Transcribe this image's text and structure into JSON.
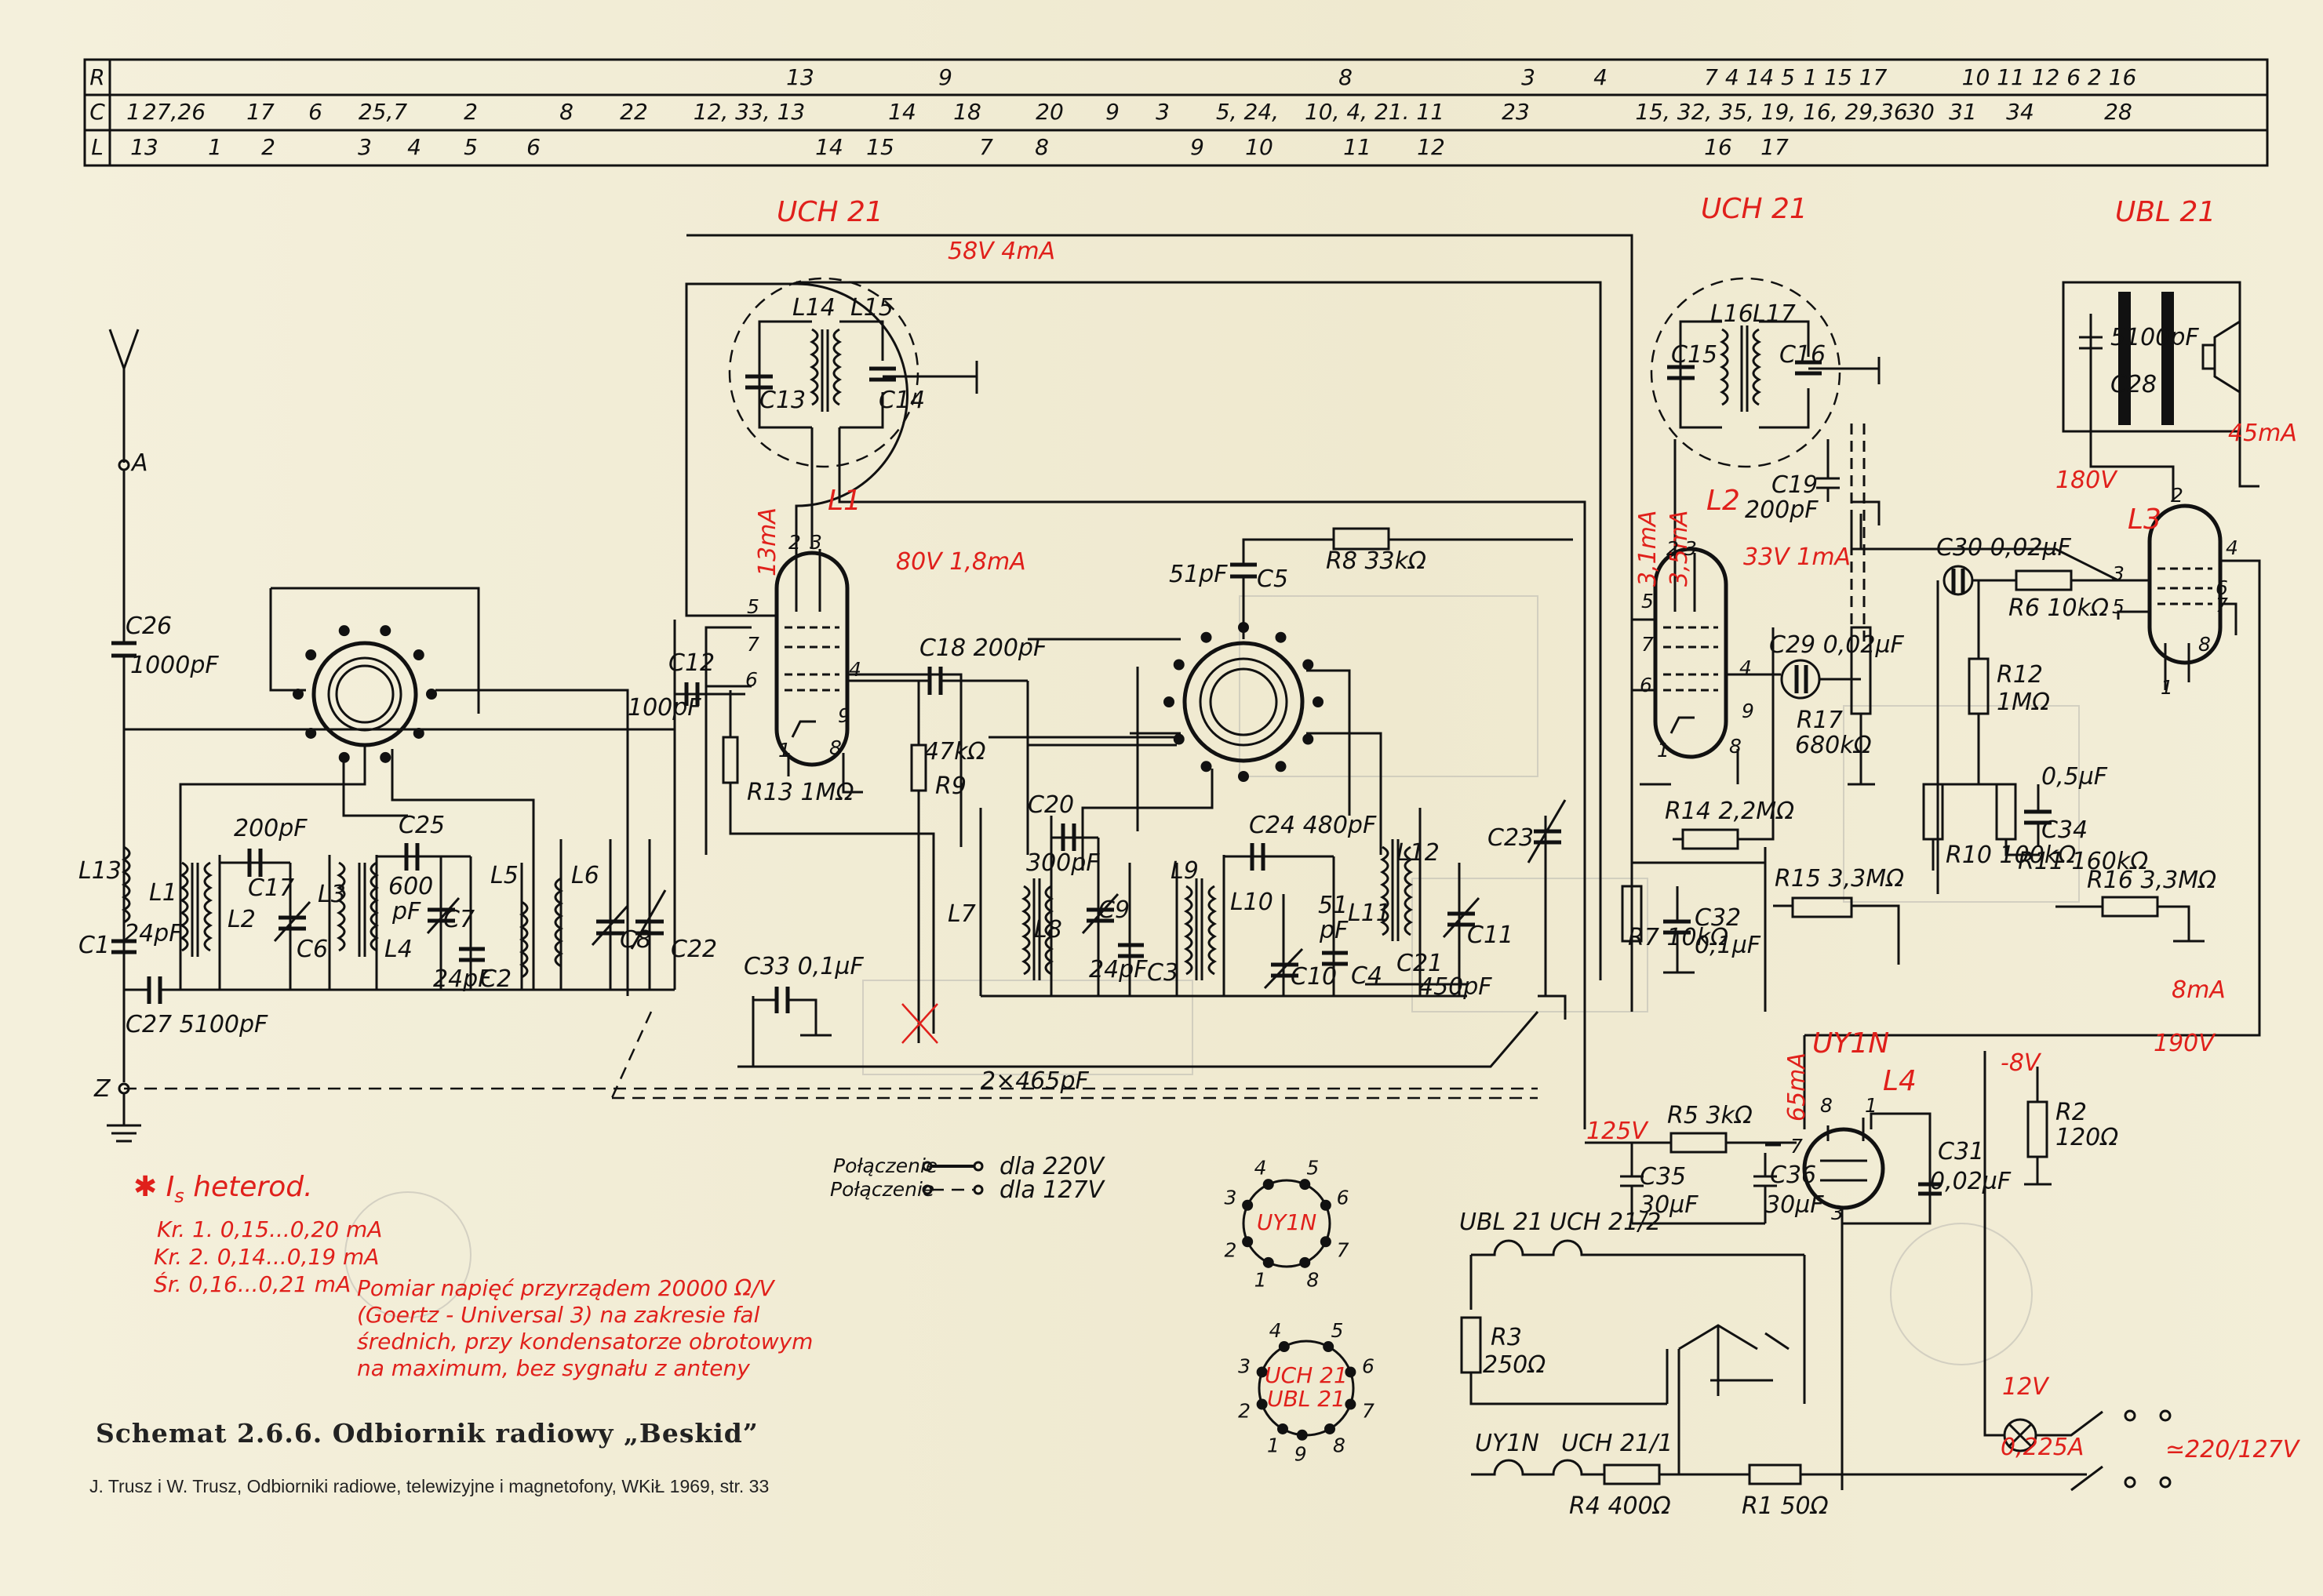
{
  "table": {
    "rows": [
      {
        "key": "R",
        "items": [
          [
            "13",
            1020
          ],
          [
            "9",
            1205
          ],
          [
            "8",
            1715
          ],
          [
            "3",
            1948
          ],
          [
            "4",
            2040
          ],
          [
            "7 4 14 5",
            2230
          ],
          [
            "1 15 17",
            2352
          ],
          [
            "10 11 12 6 2 16",
            2612
          ]
        ]
      },
      {
        "key": "C",
        "items": [
          [
            "1",
            170
          ],
          [
            "27,26",
            222
          ],
          [
            "17",
            332
          ],
          [
            "6",
            402
          ],
          [
            "25,7",
            488
          ],
          [
            "2",
            600
          ],
          [
            "8",
            722
          ],
          [
            "22",
            808
          ],
          [
            "12, 33, 13",
            955
          ],
          [
            "14",
            1150
          ],
          [
            "18",
            1233
          ],
          [
            "20",
            1338
          ],
          [
            "9",
            1418
          ],
          [
            "3",
            1482
          ],
          [
            "5, 24,",
            1590
          ],
          [
            "10, 4, 21. 11",
            1752
          ],
          [
            "23",
            1932
          ],
          [
            "15, 32, 35, 19, 16, 29,36",
            2258
          ],
          [
            "30",
            2448
          ],
          [
            "31",
            2502
          ],
          [
            "34",
            2575
          ],
          [
            "28",
            2700
          ]
        ]
      },
      {
        "key": "L",
        "items": [
          [
            "13",
            184
          ],
          [
            "1",
            274
          ],
          [
            "2",
            342
          ],
          [
            "3",
            465
          ],
          [
            "4",
            528
          ],
          [
            "5",
            600
          ],
          [
            "6",
            680
          ],
          [
            "14",
            1057
          ],
          [
            "15",
            1122
          ],
          [
            "7",
            1257
          ],
          [
            "8",
            1328
          ],
          [
            "9",
            1526
          ],
          [
            "10",
            1605
          ],
          [
            "11",
            1730
          ],
          [
            "12",
            1824
          ],
          [
            "16",
            2190
          ],
          [
            "17",
            2262
          ]
        ]
      }
    ]
  },
  "tubes": {
    "uch21_a": "UCH 21",
    "uch21_b": "UCH 21",
    "ubl21": "UBL 21",
    "uy1n": "UY1N"
  },
  "red_notes": {
    "v58_4ma": "58V  4mA",
    "v80": "80V  1,8mA",
    "ma13": "13mA",
    "ma3_1": "3,1mA",
    "ma3_5": "3,5mA",
    "v33": "33V  1mA",
    "v180": "180V",
    "ma45": "45mA",
    "ma8": "8mA",
    "v190": "190V",
    "vm8": "-8V",
    "v125": "125V",
    "ma65": "65mA",
    "l1": "L1",
    "l2": "L2",
    "l3": "L3",
    "l4": "L4",
    "is_heterod": "✱ I",
    "is_sub": "s",
    "is_rest": " heterod.",
    "kr1": "Kr. 1.  0,15...0,20 mA",
    "kr2": "Kr. 2.  0,14...0,19 mA",
    "sr": "Śr.    0,16...0,21 mA",
    "pomiar": [
      "Pomiar napięć przyrządem 20000 Ω/V",
      "(Goertz - Universal 3) na zakresie fal",
      "średnich, przy kondensatorze obrotowym",
      "na maximum, bez sygnału z anteny"
    ],
    "lamp_12v": "12V",
    "lamp_a": "0,225A",
    "mains": "≃220/127V"
  },
  "components": {
    "C26": "C26",
    "C26v": "1000pF",
    "L13": "L13",
    "C1": "C1",
    "C1v": "24pF",
    "C27": "C27  5100pF",
    "C17v": "200pF",
    "C17": "C17",
    "L1": "L1",
    "L2": "L2",
    "L3": "L3",
    "L4": "L4",
    "C6": "C6",
    "C25": "C25",
    "C25v1": "600",
    "C25v2": "pF",
    "C7": "C7",
    "C2": "C2",
    "C2v": "24pF",
    "L5": "L5",
    "L6": "L6",
    "C8": "C8",
    "C22": "C22",
    "C12": "C12",
    "C12v": "100pF",
    "R13": "R13 1MΩ",
    "C18": "C18 200pF",
    "R9v": "47kΩ",
    "R9": "R9",
    "C33": "C33 0,1µF",
    "C13": "C13",
    "C14": "C14",
    "L14": "L14",
    "L15": "L15",
    "C5v": "51pF",
    "C5": "C5",
    "R8": "R8 33kΩ",
    "C20": "C20",
    "C20v": "300pF",
    "L7": "L7",
    "L8": "L8",
    "C9": "C9",
    "C9v": "24pF",
    "C3": "C3",
    "L9": "L9",
    "L10": "L10",
    "C24": "C24 480pF",
    "C10": "C10",
    "C10v1": "51",
    "C10v2": "pF",
    "C4": "C4",
    "L11": "L11",
    "L12": "L12",
    "C21": "C21",
    "C21v": "450pF",
    "C11": "C11",
    "C23": "C23",
    "x465": "2×465pF",
    "C15": "C15",
    "C16": "C16",
    "L16": "L16",
    "L17": "L17",
    "C19": "C19",
    "C19v": "200pF",
    "C29": "C29 0,02µF",
    "R17": "R17",
    "R17v": "680kΩ",
    "R14": "R14  2,2MΩ",
    "R7": "R7 10kΩ",
    "C32": "C32",
    "C32v": "0,1µF",
    "R15": "R15  3,3MΩ",
    "C30": "C30 0,02µF",
    "R6": "R6  10kΩ",
    "R12": "R12",
    "R12v": "1MΩ",
    "R10": "R10 100kΩ",
    "R11": "R11 160kΩ",
    "C34": "C34",
    "C34v": "0,5µF",
    "R16": "R16  3,3MΩ",
    "C28": "C28",
    "C28v": "5100pF",
    "R5": "R5  3kΩ",
    "C35": "C35",
    "C35v": "30µF",
    "C36": "C36",
    "C36v": "30µF",
    "C31": "C31",
    "C31v": "0,02µF",
    "R2": "R2",
    "R2v": "120Ω",
    "R3": "R3",
    "R3v": "250Ω",
    "R4": "R4  400Ω",
    "R1": "R1  50Ω",
    "ubl21_h": "UBL 21",
    "uch21_2": "UCH 21/2",
    "uy1n_h": "UY1N",
    "uch21_1": "UCH 21/1",
    "A": "A",
    "Z": "Z"
  },
  "pins": {
    "uch_a": [
      [
        "1",
        1000,
        965
      ],
      [
        "2",
        1013,
        700
      ],
      [
        "3",
        1040,
        700
      ],
      [
        "4",
        1090,
        862
      ],
      [
        "5",
        960,
        782
      ],
      [
        "6",
        958,
        875
      ],
      [
        "7",
        960,
        830
      ],
      [
        "8",
        1065,
        962
      ],
      [
        "9",
        1076,
        921
      ]
    ],
    "uch_b": [
      [
        "1",
        2120,
        965
      ],
      [
        "2",
        2132,
        708
      ],
      [
        "3",
        2155,
        708
      ],
      [
        "4",
        2225,
        860
      ],
      [
        "5",
        2100,
        775
      ],
      [
        "6",
        2098,
        882
      ],
      [
        "7",
        2100,
        830
      ],
      [
        "8",
        2212,
        960
      ],
      [
        "9",
        2228,
        915
      ]
    ],
    "ubl": [
      [
        "2",
        2775,
        640
      ],
      [
        "3",
        2700,
        740
      ],
      [
        "4",
        2845,
        707
      ],
      [
        "5",
        2700,
        782
      ],
      [
        "6",
        2832,
        758
      ],
      [
        "7",
        2832,
        780
      ],
      [
        "8",
        2810,
        830
      ],
      [
        "1",
        2762,
        885
      ]
    ],
    "uy": [
      [
        "8",
        2328,
        1418
      ],
      [
        "1",
        2385,
        1418
      ],
      [
        "7",
        2290,
        1470
      ],
      [
        "3",
        2342,
        1555
      ]
    ]
  },
  "legend": {
    "p220": "Połączenie",
    "p220b": "dla 220V",
    "p127": "Połączenie",
    "p127b": "dla 127V"
  },
  "sockets": {
    "uy1n_label": "UY1N",
    "uch_label": "UCH 21",
    "ubl_label": "UBL 21"
  },
  "footer": {
    "caption": "Schemat 2.6.6. Odbiornik radiowy „Beskid”",
    "source": "J. Trusz i W. Trusz, Odbiorniki radiowe, telewizyjne i magnetofony, WKiŁ 1969, str. 33"
  }
}
